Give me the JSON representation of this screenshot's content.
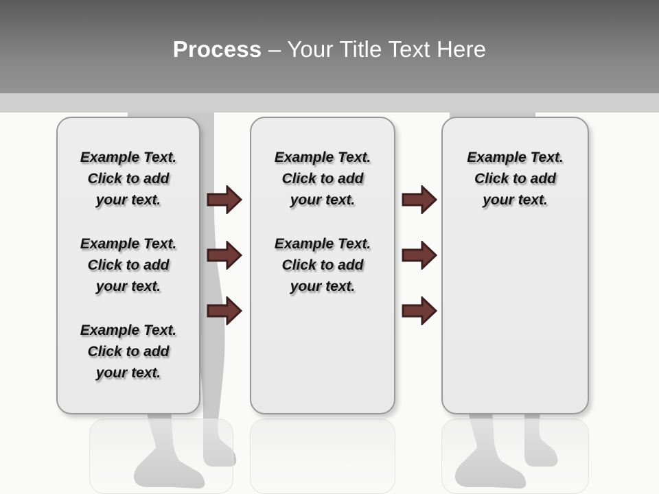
{
  "slide": {
    "title": {
      "bold_part": "Process",
      "rest_part": " – Your Title Text Here"
    },
    "background_art": "walking-legs-silhouette",
    "colors": {
      "header_top": "#5b5b5b",
      "header_bottom": "#949494",
      "header_band": "#cfcfcf",
      "body_background": "#fafaf9",
      "box_fill": "#ececec",
      "box_border": "#989898",
      "arrow_fill": "#6e3b38",
      "arrow_stroke": "#3a1f1e",
      "title_text": "#ffffff",
      "box_text": "#121212"
    }
  },
  "process": {
    "columns": [
      {
        "name": "column-1",
        "blocks": [
          "Example Text.\nClick  to add\nyour text.",
          "Example Text.\nClick  to add\nyour text.",
          "Example Text.\nClick  to add\nyour text."
        ]
      },
      {
        "name": "column-2",
        "blocks": [
          "Example Text.\nClick  to add\nyour text.",
          "Example Text.\nClick  to add\nyour text."
        ]
      },
      {
        "name": "column-3",
        "blocks": [
          "Example Text.\nClick  to add\nyour text."
        ]
      }
    ],
    "connectors": [
      {
        "name": "arrow-gap1-row1",
        "icon": "right-arrow-icon"
      },
      {
        "name": "arrow-gap1-row2",
        "icon": "right-arrow-icon"
      },
      {
        "name": "arrow-gap1-row3",
        "icon": "right-arrow-icon"
      },
      {
        "name": "arrow-gap2-row1",
        "icon": "right-arrow-icon"
      },
      {
        "name": "arrow-gap2-row2",
        "icon": "right-arrow-icon"
      },
      {
        "name": "arrow-gap2-row3",
        "icon": "right-arrow-icon"
      }
    ]
  }
}
